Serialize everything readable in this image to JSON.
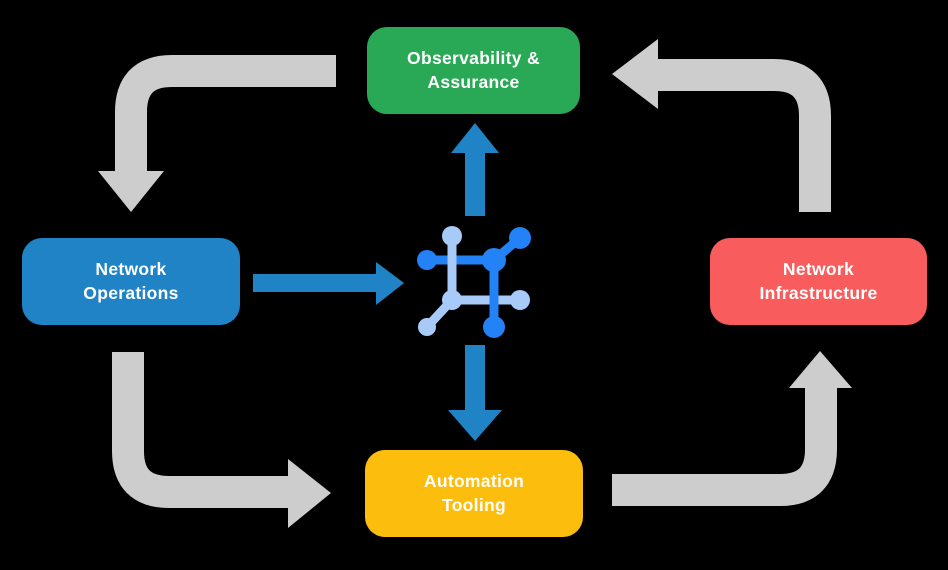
{
  "colors": {
    "background": "#000000",
    "text": "#FFFFFF",
    "arrow_gray": "#CDCDCD",
    "arrow_blue": "#1F83C5",
    "icon_blue_dark": "#2282F6",
    "icon_blue_light": "#A8CAF8",
    "node_green": "#29A955",
    "node_blue": "#1F83C5",
    "node_red": "#F85C5C",
    "node_yellow": "#FDBD0D"
  },
  "nodes": {
    "observability": {
      "lines": [
        "Observability &",
        "Assurance"
      ],
      "color": "#29A955"
    },
    "operations": {
      "lines": [
        "Network",
        "Operations"
      ],
      "color": "#1F83C5"
    },
    "infrastructure": {
      "lines": [
        "Network",
        "Infrastructure"
      ],
      "color": "#F85C5C"
    },
    "automation": {
      "lines": [
        "Automation",
        "Tooling"
      ],
      "color": "#FDBD0D"
    }
  },
  "icons": {
    "center": "network-mesh-icon"
  }
}
